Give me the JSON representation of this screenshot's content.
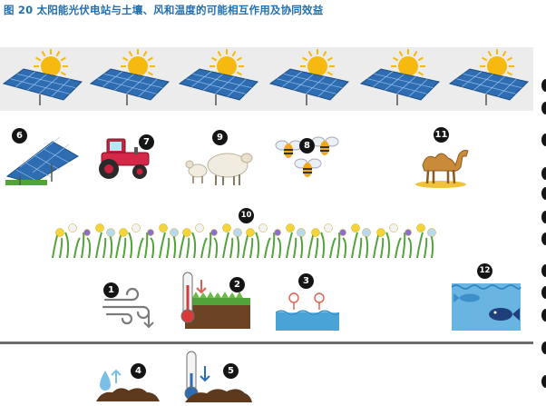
{
  "figure": {
    "title": "图 20  太阳能光伏电站与土壤、风和温度的可能相互作用及协同效益"
  },
  "badges": {
    "b1": "1",
    "b2": "2",
    "b3": "3",
    "b4": "4",
    "b5": "5",
    "b6": "6",
    "b7": "7",
    "b8": "8",
    "b9": "9",
    "b10": "10",
    "b11": "11",
    "b12": "12"
  },
  "colors": {
    "title": "#1f6fb2",
    "panel": "#2f6db3",
    "sun": "#f5b90f",
    "band": "#ececec",
    "badge": "#151515",
    "water": "#4aa3d6",
    "soil": "#6b4426",
    "grass": "#52a33a",
    "divider": "#6c6c6c"
  },
  "icons": [
    "solar-panel-icon",
    "sun-icon",
    "tractor-icon",
    "sheep-icon",
    "bee-icon",
    "camel-icon",
    "flower-icon",
    "wind-icon",
    "thermometer-icon",
    "evaporation-icon",
    "fish-tank-icon",
    "soil-icon",
    "water-drop-icon"
  ]
}
